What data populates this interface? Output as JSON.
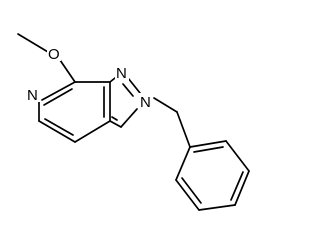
{
  "structure": {
    "atoms": {
      "methoxy_o": "O",
      "pyridine_n": "N",
      "pyrazole_n1": "N",
      "pyrazole_n2": "N"
    }
  }
}
